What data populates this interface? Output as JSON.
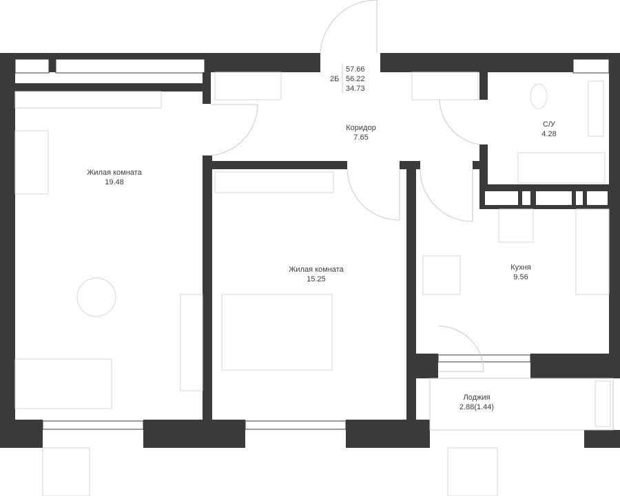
{
  "summary": {
    "apartment_type": "2Б",
    "total_area": "57.66",
    "living_area_with": "56.22",
    "living_area": "34.73"
  },
  "rooms": {
    "living_room_1": {
      "name": "Жилая комната",
      "area": "19.48"
    },
    "living_room_2": {
      "name": "Жилая комната",
      "area": "15.25"
    },
    "corridor": {
      "name": "Коридор",
      "area": "7.65"
    },
    "bathroom": {
      "name": "С/У",
      "area": "4.28"
    },
    "kitchen": {
      "name": "Кухня",
      "area": "9.56"
    },
    "loggia": {
      "name": "Лоджия",
      "area": "2.88(1.44)"
    }
  },
  "colors": {
    "wall": "#3a3a3c",
    "line": "#c9c9c9",
    "background": "#ffffff"
  }
}
